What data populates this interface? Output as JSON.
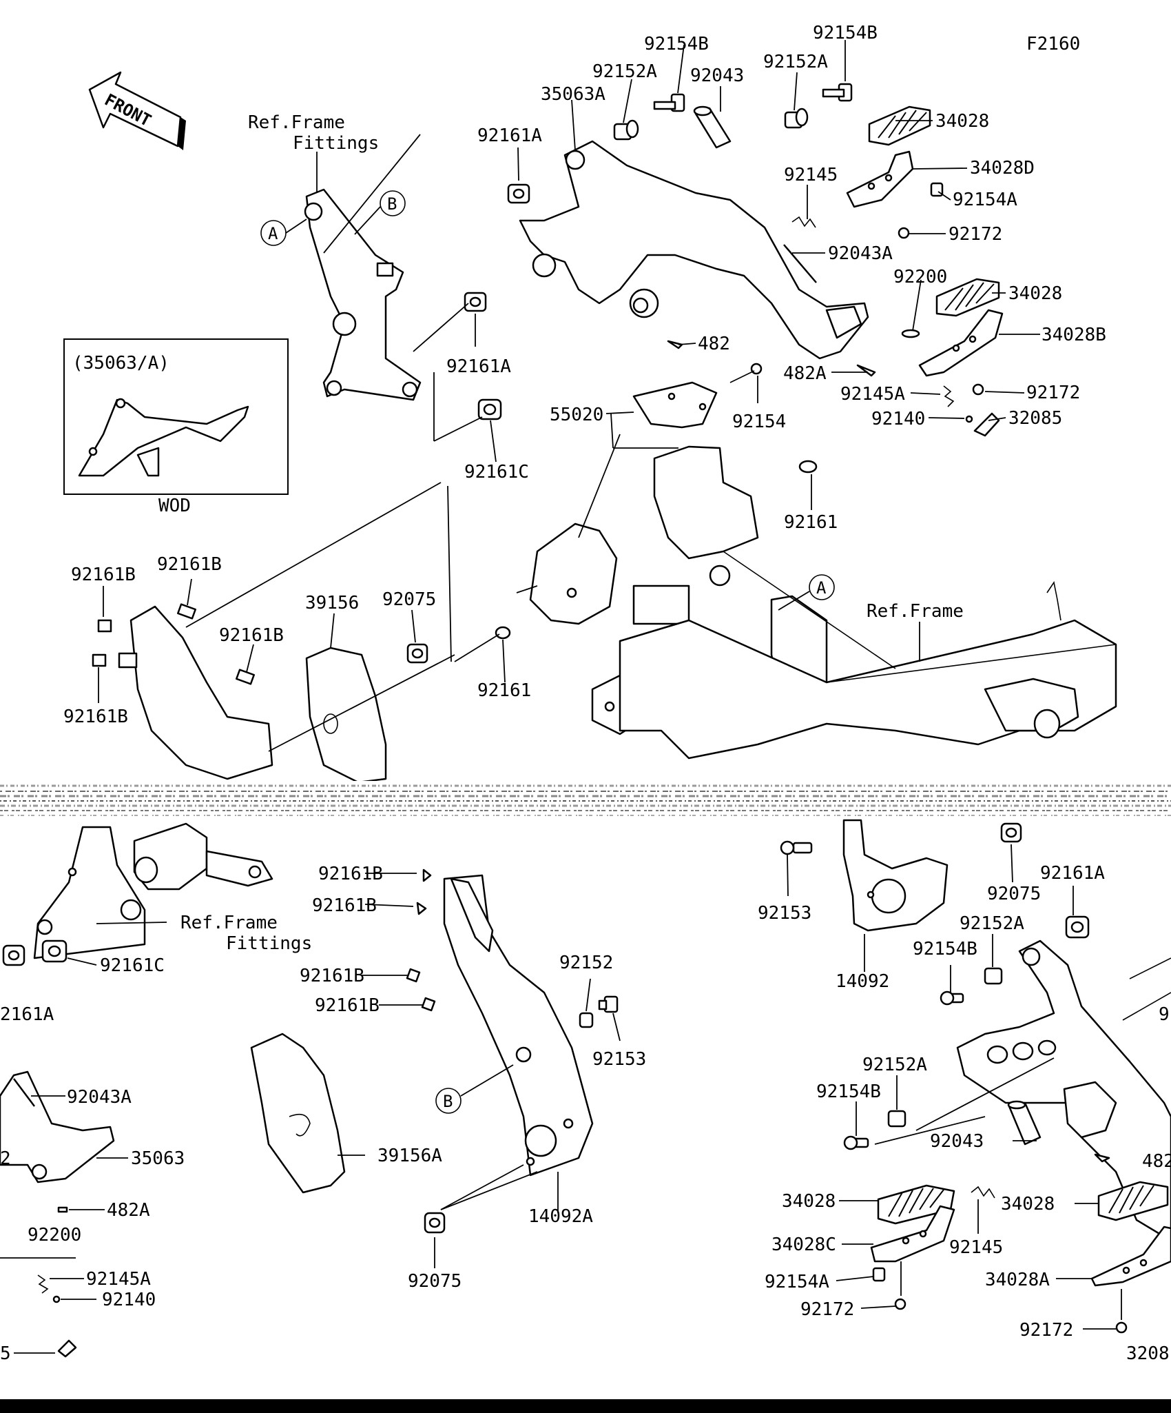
{
  "figure_code": "F2160",
  "front_label": "FRONT",
  "inset": {
    "title": "(35063/A)",
    "caption": "WOD"
  },
  "refs": {
    "frame_fittings_top": [
      "Ref.Frame",
      "Fittings"
    ],
    "frame": "Ref.Frame",
    "frame_fittings_bottom": [
      "Ref.Frame",
      "Fittings"
    ],
    "markers": [
      "A",
      "B"
    ]
  },
  "labels": {
    "l_92154B_a": "92154B",
    "l_92154B_b": "92154B",
    "l_92152A_a": "92152A",
    "l_92152A_b": "92152A",
    "l_92043_a": "92043",
    "l_35063A": "35063A",
    "l_92161A_a": "92161A",
    "l_34028_a": "34028",
    "l_34028D": "34028D",
    "l_92145_a": "92145",
    "l_92154A_a": "92154A",
    "l_92172_a": "92172",
    "l_92043A_a": "92043A",
    "l_92200_a": "92200",
    "l_34028_b": "34028",
    "l_34028B": "34028B",
    "l_482_a": "482",
    "l_482A_a": "482A",
    "l_92161A_b": "92161A",
    "l_92145A_a": "92145A",
    "l_92172_b": "92172",
    "l_92140_a": "92140",
    "l_32085_a": "32085",
    "l_55020": "55020",
    "l_92154": "92154",
    "l_92161C_a": "92161C",
    "l_92161_a": "92161",
    "l_92161B_a": "92161B",
    "l_92161B_b": "92161B",
    "l_92161B_c": "92161B",
    "l_92161B_d": "92161B",
    "l_39156": "39156",
    "l_92075_a": "92075",
    "l_92161_b": "92161",
    "l_92161B_e": "92161B",
    "l_92161B_f": "92161B",
    "l_92161B_g": "92161B",
    "l_92161B_h": "92161B",
    "l_92161C_b": "92161C",
    "l_92161A_c": "2161A",
    "l_92043A_b": "92043A",
    "l_35063": "35063",
    "l_482A_b": "482A",
    "l_92200_b": "92200",
    "l_92145A_b": "92145A",
    "l_92140_b": "92140",
    "l_5_cut": "5",
    "l_2_cut": "2",
    "l_39156A": "39156A",
    "l_92152": "92152",
    "l_92153_a": "92153",
    "l_14092A": "14092A",
    "l_92075_b": "92075",
    "l_92153_b": "92153",
    "l_14092": "14092",
    "l_92075_c": "92075",
    "l_92161A_d": "92161A",
    "l_92152A_c": "92152A",
    "l_92154B_c": "92154B",
    "l_9_cut": "9",
    "l_92152A_d": "92152A",
    "l_92154B_d": "92154B",
    "l_92043_b": "92043",
    "l_482_cut": "482",
    "l_34028_c": "34028",
    "l_34028C": "34028C",
    "l_92145_b": "92145",
    "l_34028_d": "34028",
    "l_92154A_b": "92154A",
    "l_34028A": "34028A",
    "l_92172_c": "92172",
    "l_92172_d": "92172",
    "l_3208_cut": "3208"
  }
}
